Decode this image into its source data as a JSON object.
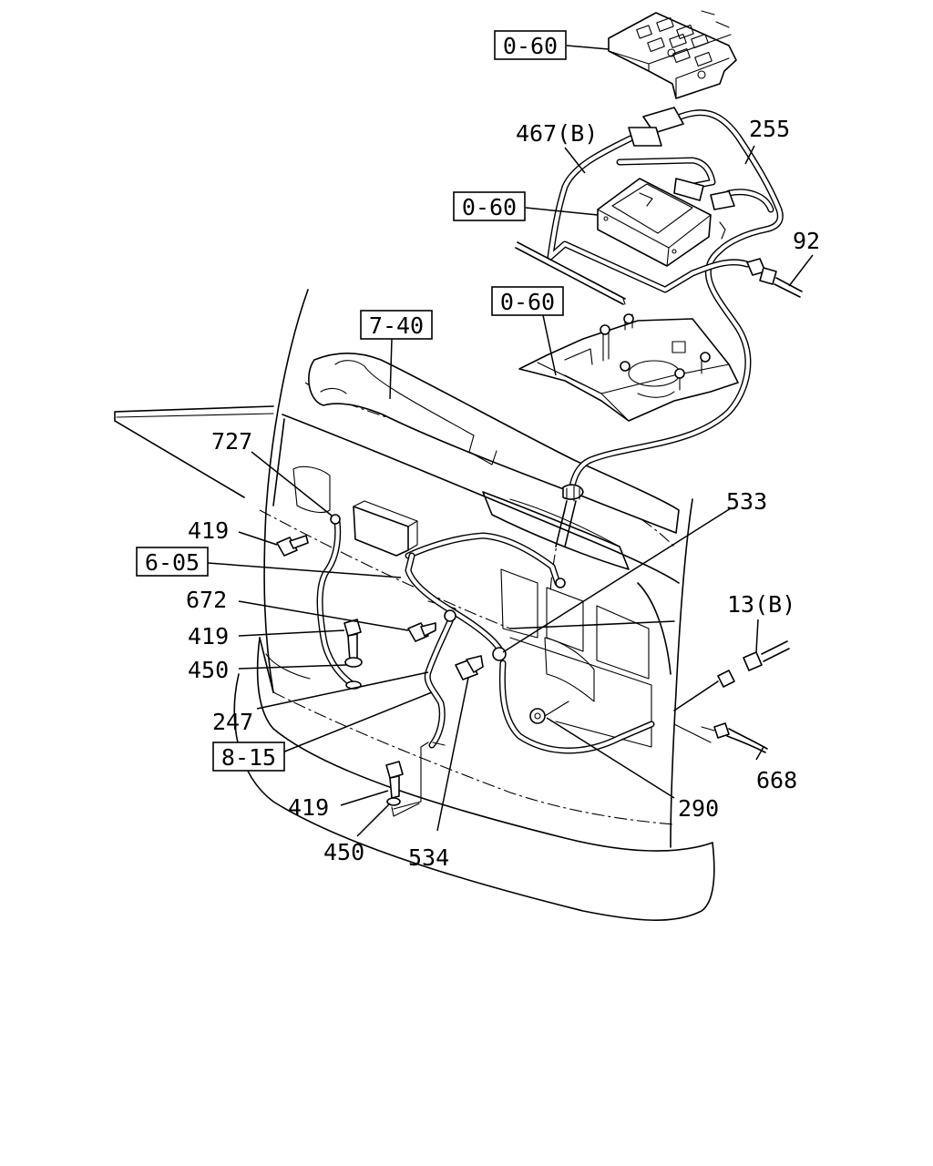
{
  "callouts": {
    "c727": "727",
    "c419a": "419",
    "c672": "672",
    "c419b": "419",
    "c450a": "450",
    "c247": "247",
    "c467b": "467(B)",
    "c255": "255",
    "c92": "92",
    "c533": "533",
    "c13b": "13(B)",
    "c668": "668",
    "c290": "290",
    "c419c": "419",
    "c450b": "450",
    "c534": "534"
  },
  "refs": {
    "r060a": "0-60",
    "r060b": "0-60",
    "r060c": "0-60",
    "r740": "7-40",
    "r605": "6-05",
    "r815": "8-15"
  }
}
